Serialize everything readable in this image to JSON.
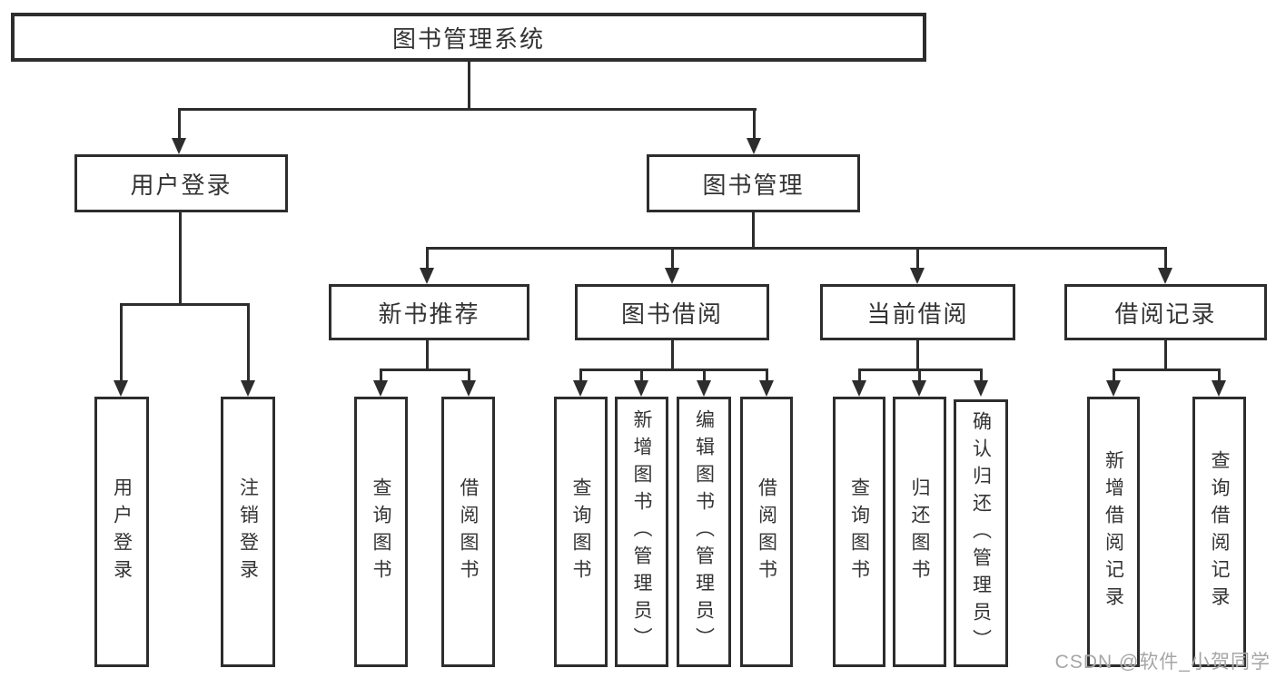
{
  "diagram": {
    "kind": "hierarchy-flowchart",
    "colors": {
      "line": "#2d2d2d",
      "text": "#333333",
      "watermark": "#a6a6a6",
      "background": "#ffffff"
    }
  },
  "tree": {
    "root": {
      "label": "图书管理系统"
    },
    "user_login": {
      "label": "用户登录",
      "children": [
        {
          "label": "用户登录"
        },
        {
          "label": "注销登录"
        }
      ]
    },
    "book_management": {
      "label": "图书管理"
    },
    "new_book_recommend": {
      "label": "新书推荐",
      "children": [
        {
          "label": "查询图书"
        },
        {
          "label": "借阅图书"
        }
      ]
    },
    "book_borrow": {
      "label": "图书借阅",
      "children": [
        {
          "label": "查询图书"
        },
        {
          "label": "新增图书（管理员）"
        },
        {
          "label": "编辑图书（管理员）"
        },
        {
          "label": "借阅图书"
        }
      ]
    },
    "current_borrow": {
      "label": "当前借阅",
      "children": [
        {
          "label": "查询图书"
        },
        {
          "label": "归还图书"
        },
        {
          "label": "确认归还（管理员）"
        }
      ]
    },
    "borrow_records": {
      "label": "借阅记录",
      "children": [
        {
          "label": "新增借阅记录"
        },
        {
          "label": "查询借阅记录"
        }
      ]
    }
  },
  "watermark": {
    "text": "CSDN @软件_小贺同学"
  }
}
